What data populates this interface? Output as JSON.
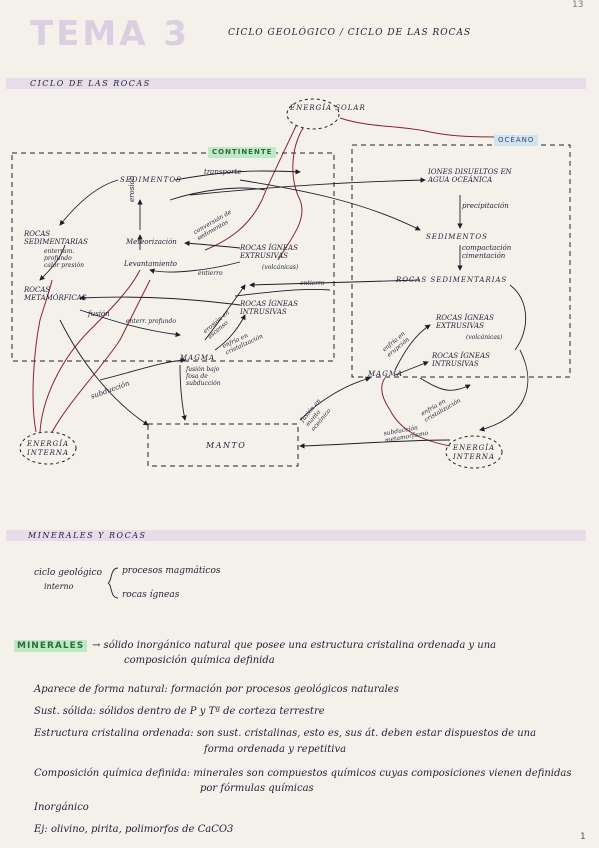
{
  "header": {
    "title": "TEMA 3",
    "subtitle": "CICLO GEOLÓGICO / CICLO DE LAS ROCAS",
    "corner_mark": "13"
  },
  "section1": {
    "heading": "CICLO DE LAS ROCAS"
  },
  "diagram": {
    "energia_solar": "ENERGÍA SOLAR",
    "continente": "CONTINENTE",
    "oceano": "OCÉANO",
    "sedimentos": "SEDIMENTOS",
    "transporte": "transporte",
    "erosion": "erosión",
    "meteorizacion": "Meteorización",
    "levantamiento": "Levantamiento",
    "conversion": "conversión de sedimentos",
    "rocas_sedimentarias": "ROCAS SEDIMENTARIAS",
    "enterramiento": "enterram. profundo calor presión",
    "rocas_metamorficas": "ROCAS METAMÓRFICAS",
    "fusion": "fusión",
    "enterr_profundo": "enterr. profundo",
    "rocas_igneas_extrusivas": "ROCAS ÍGNEAS EXTRUSIVAS",
    "volcanicas": "(volcánicas)",
    "rocas_igneas_intrusivas": "ROCAS ÍGNEAS INTRUSIVAS",
    "entierro": "entierro",
    "erosion_vertical": "erosión en ascenso",
    "enfria_cristalizacion": "enfría en cristalización",
    "magma": "MAGMA",
    "subduccion": "subducción",
    "fusion_bajo": "fusión bajo fosa de subducción",
    "energia_interna_left": "ENERGÍA INTERNA",
    "manto": "MANTO",
    "iones": "IONES DISUELTOS EN AGUA OCEÁNICA",
    "precipitacion": "precipitación",
    "sedimentos_oc": "SEDIMENTOS",
    "compactacion": "compactación cimentación",
    "rocas_sed_oc": "ROCAS SEDIMENTARIAS",
    "entierro_oc": "entierro",
    "enfria_oc": "enfría en erupción",
    "rocas_igneas_extr_oc": "ROCAS ÍGNEAS EXTRUSIVAS",
    "volcanicas_oc": "(volcánicas)",
    "rocas_igneas_intr_oc": "ROCAS ÍGNEAS INTRUSIVAS",
    "magma_oc": "MAGMA",
    "fusion_manto": "fusión en manto oceánico",
    "enfria_oc2": "enfría en cristalización",
    "subduccion_oc": "subducción metamorfismo",
    "energia_interna_right": "ENERGÍA INTERNA"
  },
  "section2": {
    "heading": "MINERALES Y ROCAS",
    "ciclo": "ciclo geológico",
    "interno": "interno",
    "branch1": "procesos magmáticos",
    "branch2": "rocas ígneas"
  },
  "minerales": {
    "label": "MINERALES",
    "definition_line1": "→ sólido inorgánico natural que posee una estructura cristalina ordenada y una",
    "definition_line2": "composición química definida",
    "items": [
      "Aparece de forma natural: formación por procesos geológicos naturales",
      "Sust. sólida: sólidos dentro de P y Tª de corteza terrestre",
      "Estructura cristalina ordenada: son sust. cristalinas, esto es, sus át. deben estar dispuestos de una",
      "forma ordenada y repetitiva",
      "Composición química definida: minerales son compuestos químicos cuyas composiciones vienen definidas",
      "por fórmulas químicas",
      "Inorgánico",
      "Ej: olivino, pirita, polimorfos de CaCO3"
    ]
  },
  "footer": {
    "page_number": "1"
  }
}
